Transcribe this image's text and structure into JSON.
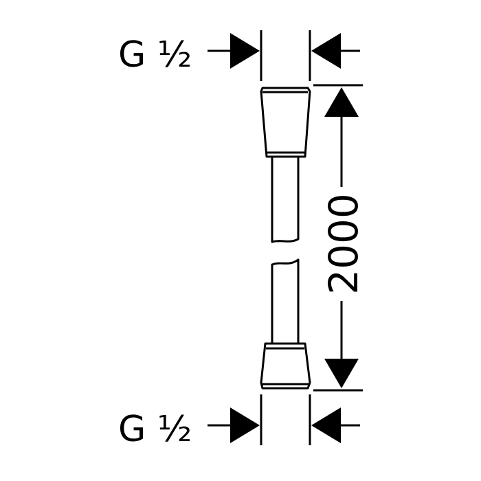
{
  "drawing": {
    "top_thread_label": "G ½",
    "bottom_thread_label": "G ½",
    "length_label": "2000",
    "line_color": "#000000",
    "background_color": "#ffffff"
  }
}
